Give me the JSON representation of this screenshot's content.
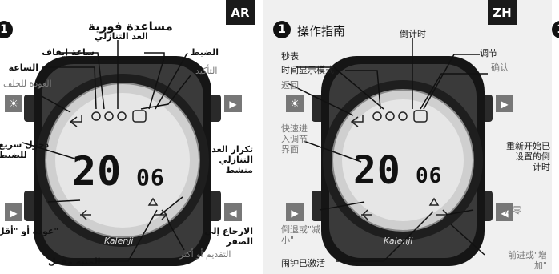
{
  "ar": {
    "lang_badge": "AR",
    "step": "1",
    "title": "مساعدة فورية",
    "labels": {
      "stopwatch": "ساعة إيقاف",
      "countdown": "العد التنازلي",
      "adjust": "الضبط",
      "confirm": "التأكيد",
      "clock": "الساعة",
      "back": "العودة للخلف",
      "enter_setting": "دخول سريع\nللضبط",
      "repeat_countdown": "تكرار العد\nالتنازلي\nمنشط",
      "back_or_less": "عودة أو \"أقل\"",
      "reset_zero": "الارجاع إلى\nالصفر",
      "forward_or_more": "التقديم أو أكثر",
      "alarm_off": "المنبه مفعل"
    },
    "display": {
      "big": "20",
      "small": "06"
    },
    "brand": "Kalenji"
  },
  "zh": {
    "lang_badge": "ZH",
    "step": "1",
    "title": "操作指南",
    "labels": {
      "stopwatch": "秒表",
      "countdown": "倒计时",
      "adjust": "调节",
      "confirm": "确认",
      "time_mode": "时间显示模式",
      "back": "返回",
      "quick_enter": "快速进\n入调节\n界面",
      "restart_countdown": "重新开始已\n设置的倒\n计时",
      "back_or_less": "倒退或\"减\n小\"",
      "reset_zero": "归零",
      "forward_or_more": "前进或\"增\n加\"",
      "alarm_active": "闹钟已激活"
    },
    "display": {
      "big": "20",
      "small": "06"
    },
    "brand": "Kalenji"
  },
  "partial": {
    "step": "1"
  }
}
